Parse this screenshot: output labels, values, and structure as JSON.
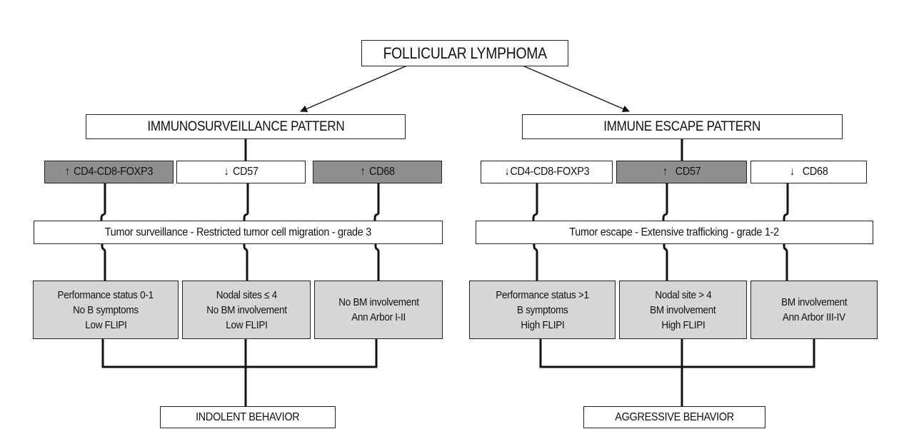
{
  "root": {
    "label": "FOLLICULAR LYMPHOMA"
  },
  "branches": [
    {
      "pattern": "IMMUNOSURVEILLANCE PATTERN",
      "markers": [
        {
          "arrow": "↑",
          "direction": "up",
          "label": "CD4-CD8-FOXP3",
          "shade": "dark"
        },
        {
          "arrow": "↓",
          "direction": "down",
          "label": "CD57",
          "shade": "white"
        },
        {
          "arrow": "↑",
          "direction": "up",
          "label": "CD68",
          "shade": "dark"
        }
      ],
      "banner": "Tumor surveillance - Restricted tumor cell migration - grade 3",
      "features": [
        {
          "lines": [
            "Performance status 0-1",
            "No B symptoms",
            "Low FLIPI"
          ]
        },
        {
          "lines": [
            "Nodal sites ≤ 4",
            "No BM involvement",
            "Low FLIPI"
          ]
        },
        {
          "lines": [
            "No BM involvement",
            "Ann Arbor I-II"
          ]
        }
      ],
      "outcome": "INDOLENT BEHAVIOR"
    },
    {
      "pattern": "IMMUNE ESCAPE PATTERN",
      "markers": [
        {
          "arrow": "↓",
          "direction": "down",
          "label": "CD4-CD8-FOXP3",
          "shade": "white"
        },
        {
          "arrow": "↑",
          "direction": "up",
          "label": "CD57",
          "shade": "dark"
        },
        {
          "arrow": "↓",
          "direction": "down",
          "label": "CD68",
          "shade": "white"
        }
      ],
      "banner": "Tumor escape - Extensive trafficking - grade 1-2",
      "features": [
        {
          "lines": [
            "Performance status >1",
            "B symptoms",
            "High FLIPI"
          ]
        },
        {
          "lines": [
            "Nodal site > 4",
            "BM involvement",
            "High FLIPI"
          ]
        },
        {
          "lines": [
            "BM involvement",
            "Ann Arbor III-IV"
          ]
        }
      ],
      "outcome": "AGGRESSIVE BEHAVIOR"
    }
  ],
  "colors": {
    "marker_dark_fill": "#8f8f8f",
    "feature_fill": "#d6d6d6",
    "box_fill": "#ffffff",
    "line": "#111111"
  }
}
